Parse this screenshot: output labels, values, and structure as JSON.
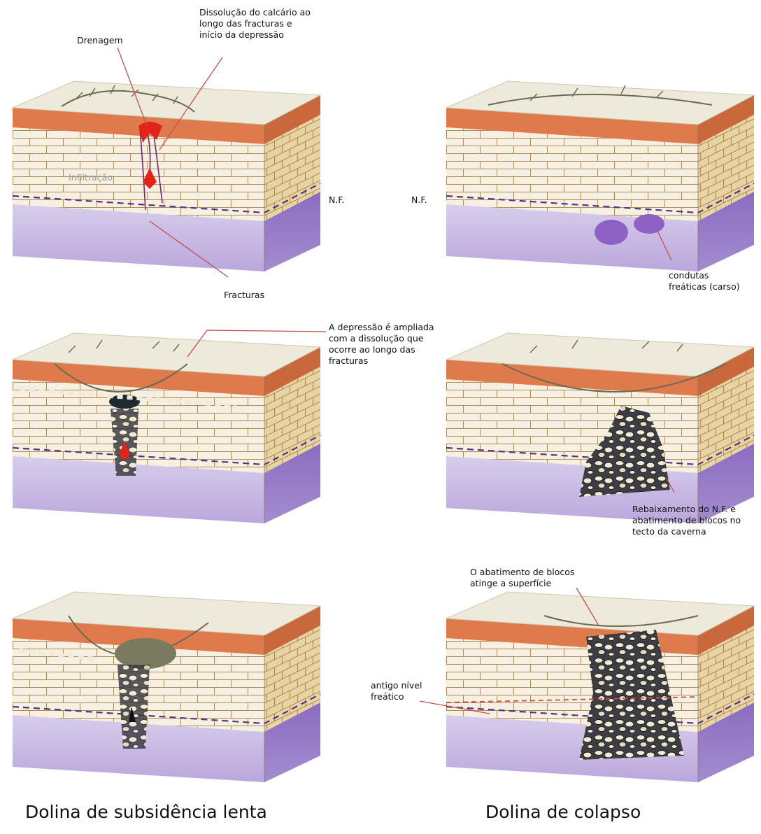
{
  "labels": {
    "drenagem": "Drenagem",
    "dissolucao": "Dissolução do calcário ao\nlongo das fracturas e\ninício da depressão",
    "infiltracao": "Infiltração",
    "nf_left": "N.F.",
    "nf_right": "N.F.",
    "fracturas": "Fracturas",
    "condutas": "condutas\nfreáticas (carso)",
    "depressao": "A depressão é ampliada\ncom a dissolução que\nocorre ao longo das\nfracturas",
    "rebaixamento": "Rebaixamento do N.F. e\nabatimento de blocos no\ntecto da caverna",
    "abatimento": "O abatimento de blocos\natinge a superfície",
    "antigo": "antigo nível\nfreático"
  },
  "captions": {
    "left": "Dolina de subsidência lenta",
    "right": "Dolina de colapso"
  },
  "colors": {
    "surface": "#eeeadb",
    "soil": "#de7a4c",
    "limestone": "#f6f0e2",
    "limestone_side": "#e9d6a8",
    "mortar": "#b08b58",
    "water_zone": "#c7b8e2",
    "water_side": "#9a7fc8",
    "water_table": "#6a4aa0",
    "arrow": "#e2231a",
    "rubble": "#3d3d44",
    "leader": "#c24d4d"
  }
}
